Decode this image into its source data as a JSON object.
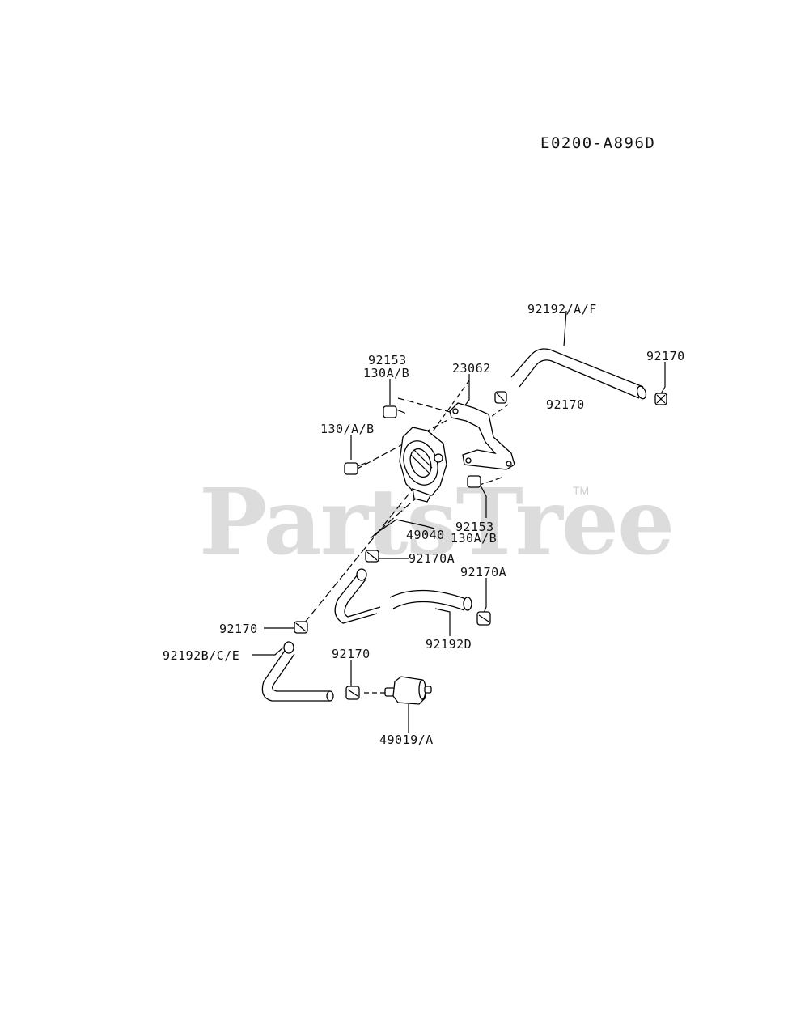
{
  "diagram": {
    "code": "E0200-A896D",
    "watermark": "PartsTree",
    "trademark": "TM",
    "labels": {
      "p92192_a_f": "92192/A/F",
      "p92170_top_right": "92170",
      "p92170_right": "92170",
      "p92153_top": "92153",
      "p130ab_top": "130A/B",
      "p23062": "23062",
      "p130_a_b": "130/A/B",
      "p92153_mid": "92153",
      "p130ab_mid": "130A/B",
      "p49040": "49040",
      "p92170a_left": "92170A",
      "p92170a_right": "92170A",
      "p92170_left": "92170",
      "p92192d": "92192D",
      "p92192b_c_e": "92192B/C/E",
      "p92170_bottom": "92170",
      "p49019_a": "49019/A"
    }
  }
}
